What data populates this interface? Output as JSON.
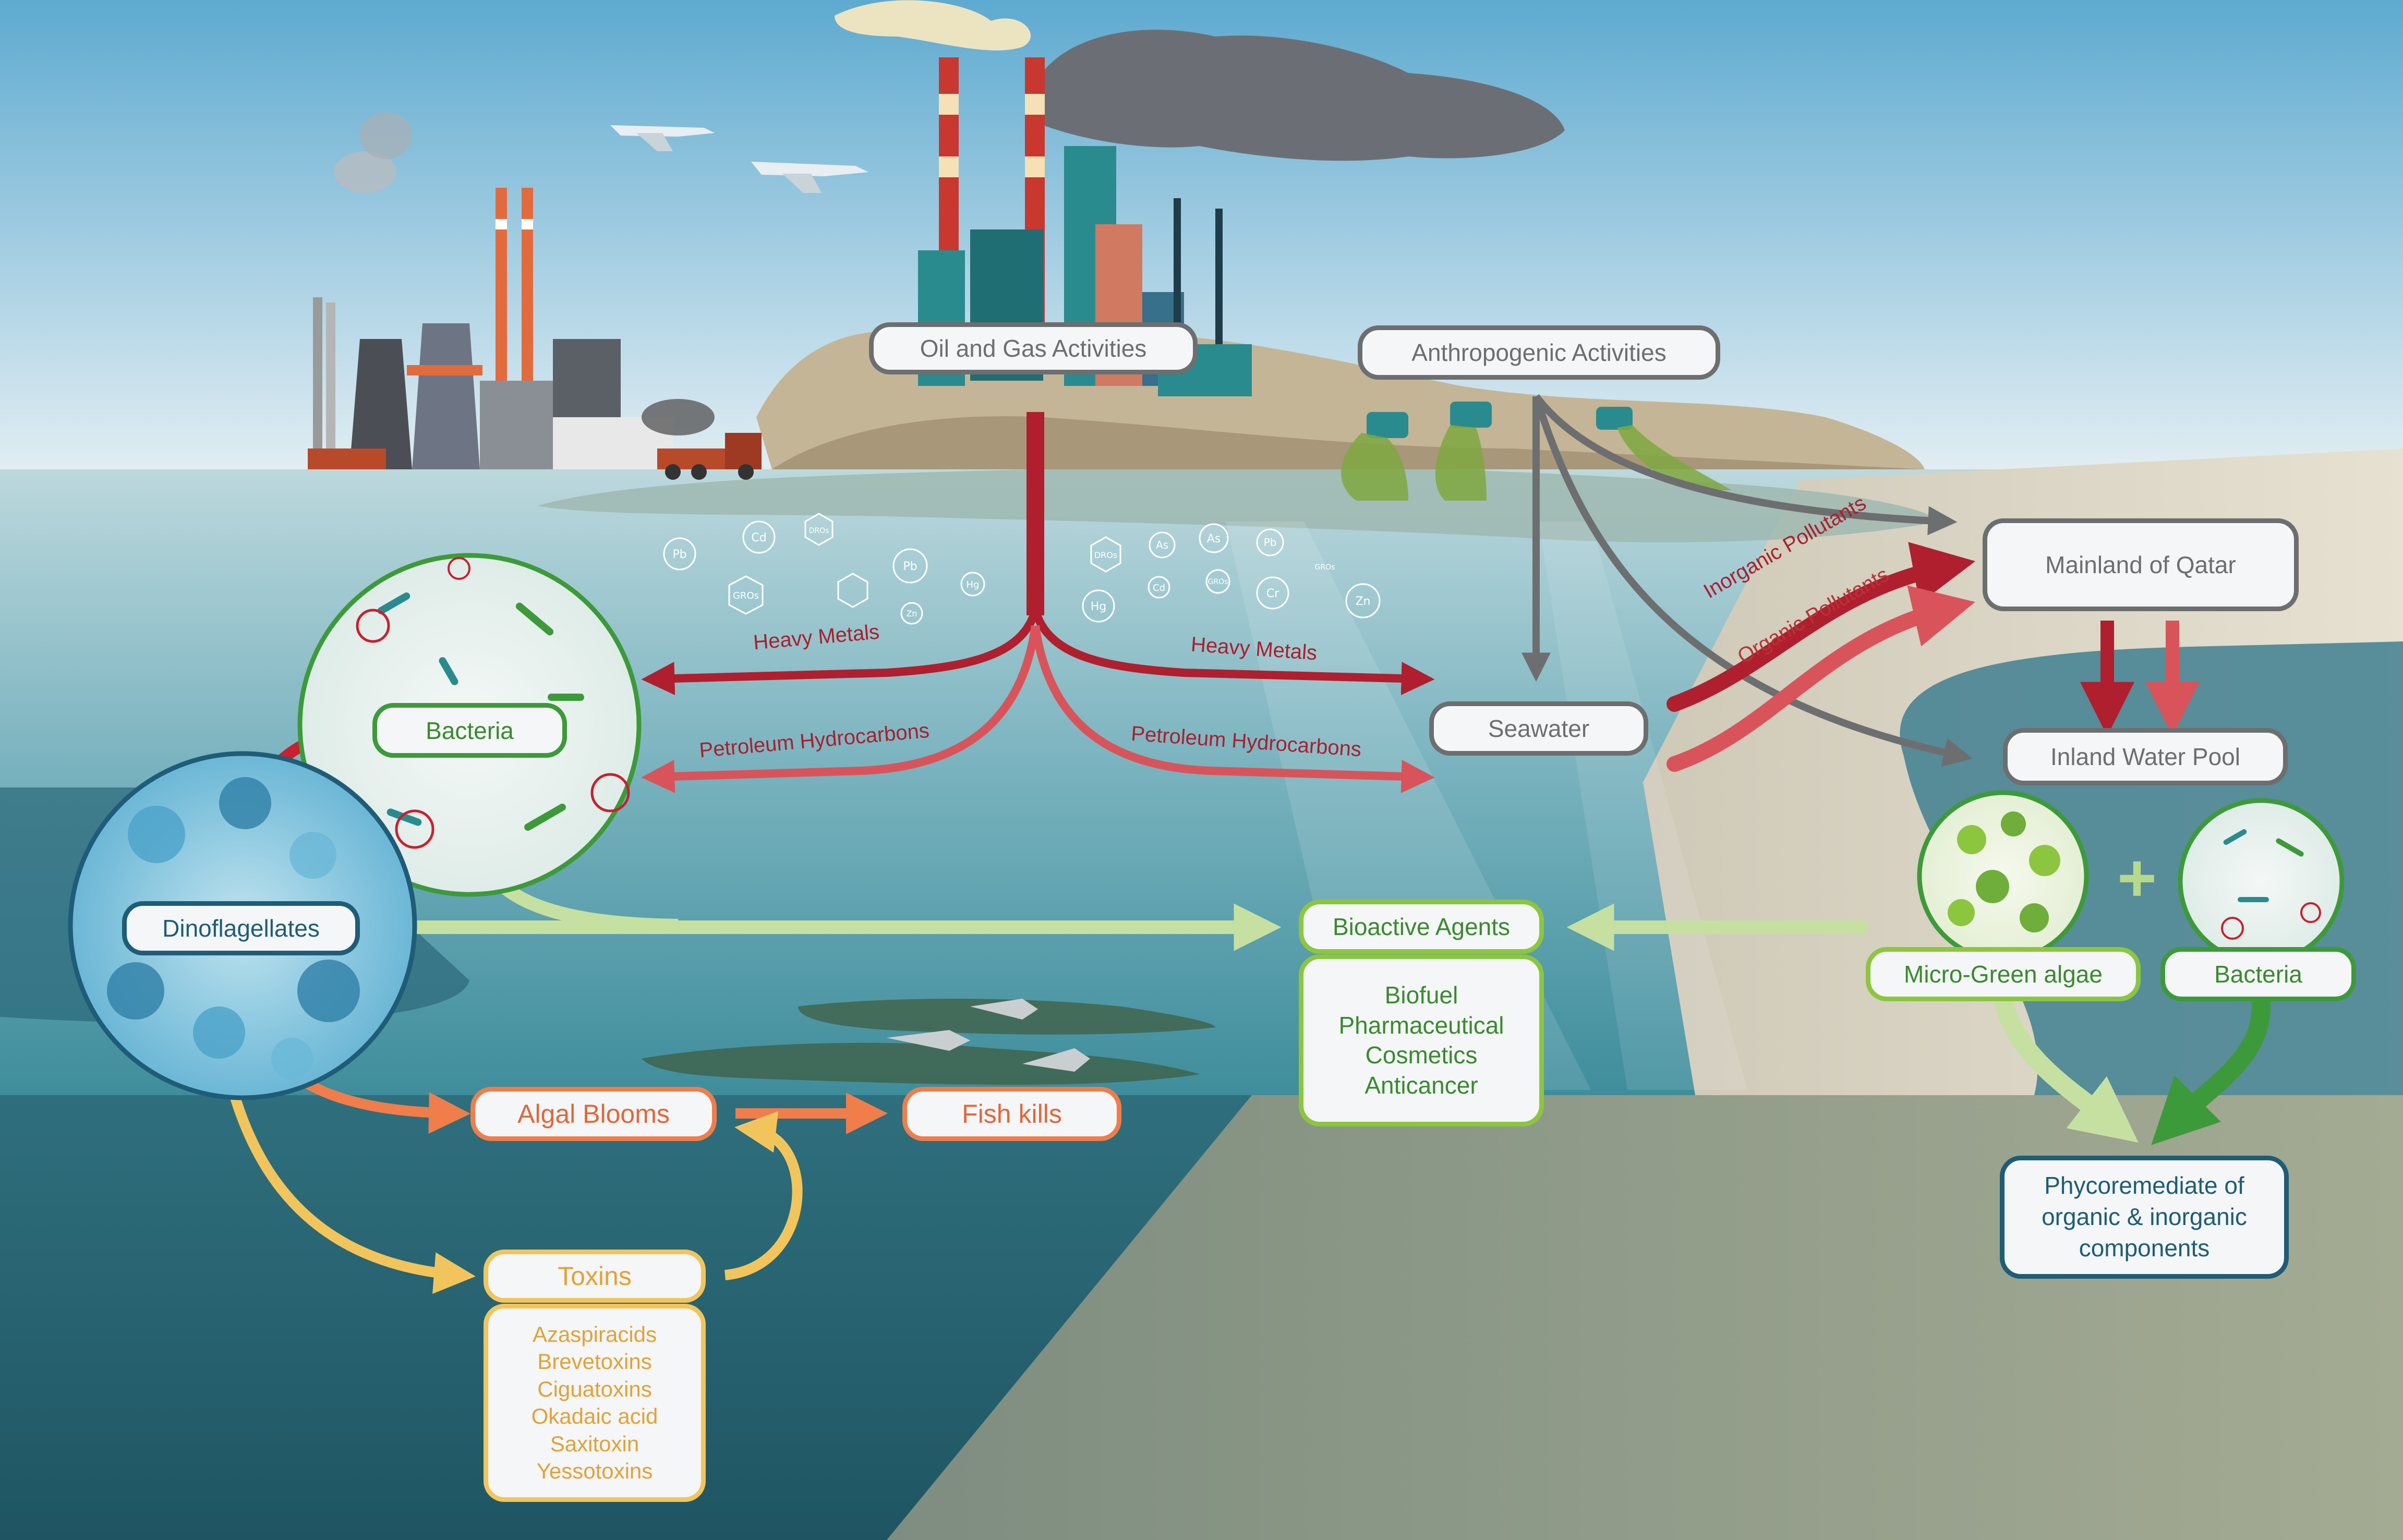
{
  "labels": {
    "oil_gas": "Oil and Gas Activities",
    "anthropogenic": "Anthropogenic Activities",
    "mainland": "Mainland of Qatar",
    "seawater": "Seawater",
    "inland_pool": "Inland Water Pool",
    "bacteria_left": "Bacteria",
    "dinoflagellates": "Dinoflagellates",
    "bioactive": "Bioactive Agents",
    "micro_green": "Micro-Green algae",
    "bacteria_right": "Bacteria",
    "algal_blooms": "Algal Blooms",
    "fish_kills": "Fish kills",
    "toxins": "Toxins",
    "phyco": "Phycoremediate of organic & inorganic components"
  },
  "arrow_labels": {
    "heavy_metals_left": "Heavy Metals",
    "heavy_metals_right": "Heavy Metals",
    "petroleum_left": "Petroleum Hydrocarbons",
    "petroleum_right": "Petroleum Hydrocarbons",
    "inorganic": "Inorganic Pollutants",
    "organic": "Organic Pollutants"
  },
  "bioactive_list": [
    "Biofuel",
    "Pharmaceutical",
    "Cosmetics",
    "Anticancer"
  ],
  "toxin_list": [
    "Azaspiracids",
    "Brevetoxins",
    "Ciguatoxins",
    "Okadaic acid",
    "Saxitoxin",
    "Yessotoxins"
  ],
  "pollutant_symbols": [
    "Pb",
    "Cd",
    "DROs",
    "GROs",
    "Pb",
    "Hg",
    "Zn",
    "DROs",
    "As",
    "As",
    "Pb",
    "GROs",
    "Cd",
    "GROs",
    "Cr",
    "Hg",
    "Zn"
  ],
  "plus_sign": "+",
  "colors": {
    "heavy_metal_arrow": "#b01f2e",
    "petroleum_arrow": "#d9545a",
    "anthropogenic_arrow": "#6d6e70",
    "green_arrow_light": "#c6e0a2",
    "green_arrow_dark": "#3d9a3a",
    "orange_arrow": "#f07d4a",
    "yellow_arrow": "#f2c55c"
  }
}
